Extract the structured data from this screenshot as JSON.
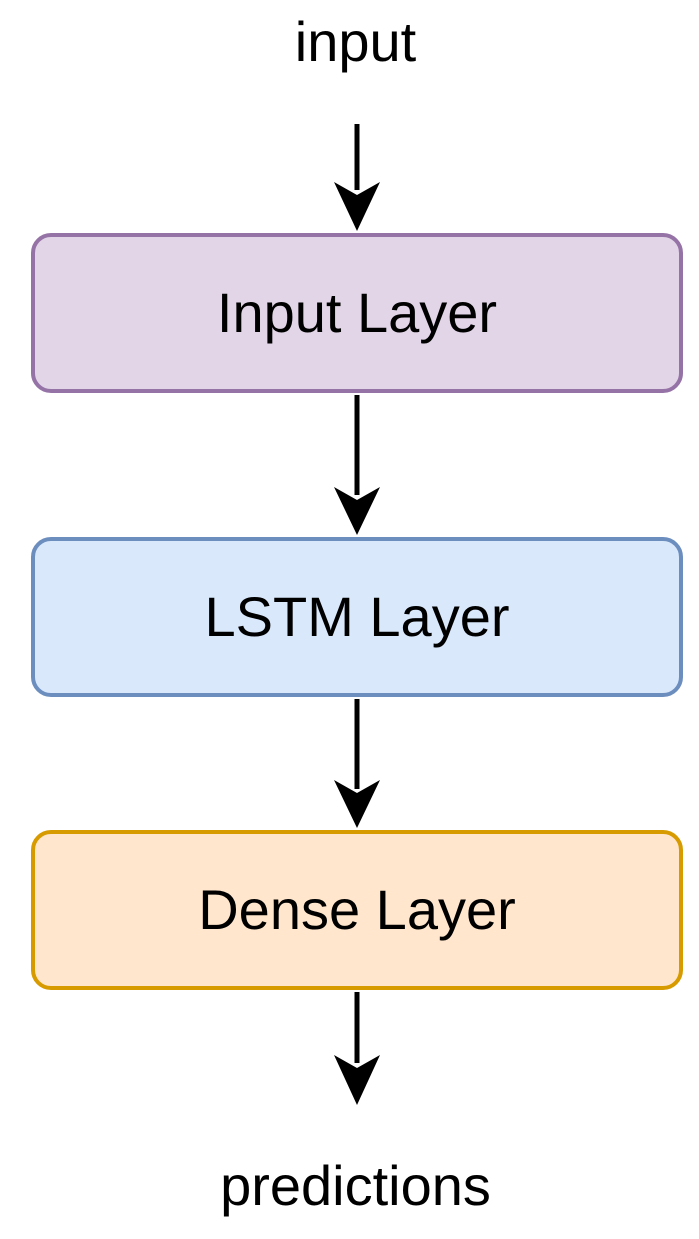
{
  "diagram": {
    "input_label": "input",
    "output_label": "predictions",
    "layers": [
      {
        "label": "Input Layer",
        "fill": "#e1d5e7",
        "stroke": "#9673a6"
      },
      {
        "label": "LSTM Layer",
        "fill": "#dae8fc",
        "stroke": "#6c8ebf"
      },
      {
        "label": "Dense Layer",
        "fill": "#ffe6cc",
        "stroke": "#d79b00"
      }
    ],
    "arrow_color": "#000000"
  }
}
